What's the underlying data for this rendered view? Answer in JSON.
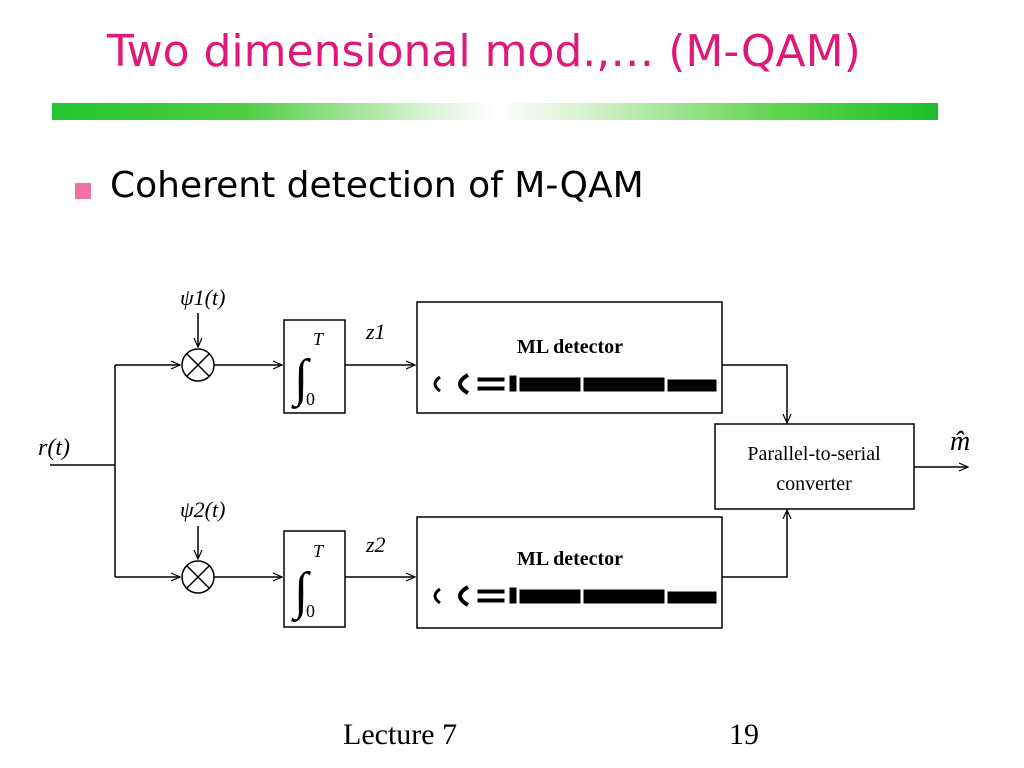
{
  "slide": {
    "title": "Two dimensional mod.,… (M-QAM)",
    "bullet": "Coherent detection of M-QAM"
  },
  "diagram": {
    "input_label": "r(t)",
    "basis1": "ψ1(t)",
    "basis2": "ψ2(t)",
    "integrator_upper": "T",
    "integrator_lower": "0",
    "z1": "z1",
    "z2": "z2",
    "detector1_title": "ML detector",
    "detector2_title": "ML detector",
    "p2s_line1": "Parallel-to-serial",
    "p2s_line2": "converter",
    "output_label": "m̂"
  },
  "footer": {
    "lecture": "Lecture 7",
    "page": "19"
  },
  "colors": {
    "title": "#e0187a",
    "bullet": "#f271a4",
    "bar_green": "#21c432"
  }
}
